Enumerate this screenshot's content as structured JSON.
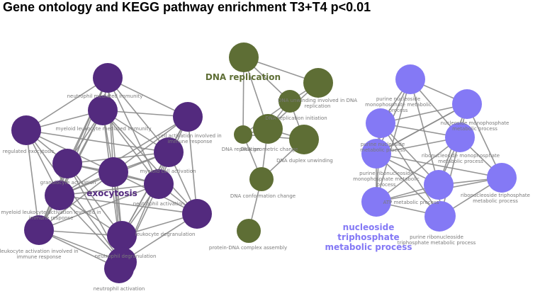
{
  "title": "Gene ontology and KEGG pathway enrichment T3+T4 p<0.01",
  "colors": {
    "exocytosis": "#532a7e",
    "dna_replication": "#5e6e35",
    "nucleoside": "#8479f5",
    "edge": "#8a8a8a",
    "node_label": "#7a7a7a"
  },
  "clusters": [
    {
      "id": "exocytosis",
      "label": [
        "exocytosis"
      ],
      "nodes": [
        {
          "id": "e1",
          "label": [
            "neutrophil mediated immunity"
          ]
        },
        {
          "id": "e2",
          "label": [
            "myeloid leukocyte mediated immunity"
          ]
        },
        {
          "id": "e3",
          "label": [
            "regulated exocytosis"
          ]
        },
        {
          "id": "e4",
          "label": [
            "cell activation involved in",
            "immune response"
          ]
        },
        {
          "id": "e5",
          "label": [
            "granulocyte activation"
          ]
        },
        {
          "id": "e6",
          "label": [
            "exocytosis"
          ]
        },
        {
          "id": "e7",
          "label": [
            "myeloid cell activation"
          ]
        },
        {
          "id": "e8",
          "label": [
            "neutrophil activation"
          ]
        },
        {
          "id": "e9",
          "label": [
            "cell activation involved in",
            "immune response"
          ]
        },
        {
          "id": "e10",
          "label": [
            "myeloid leukocyte activation involved in",
            "immune response"
          ]
        },
        {
          "id": "e11",
          "label": [
            "leukocyte degranulation"
          ]
        },
        {
          "id": "e12",
          "label": [
            "leukocyte activation involved in",
            "immune response"
          ]
        },
        {
          "id": "e13",
          "label": [
            "neutrophil degranulation"
          ]
        },
        {
          "id": "e14",
          "label": [
            "neutrophil activation"
          ]
        }
      ]
    },
    {
      "id": "dna_replication",
      "label": [
        "DNA replication"
      ],
      "nodes": [
        {
          "id": "d1",
          "label": [
            "DNA replication"
          ]
        },
        {
          "id": "d2",
          "label": [
            "DNA unwinding involved in DNA",
            "replication"
          ]
        },
        {
          "id": "d3",
          "label": [
            "DNA replication initiation"
          ]
        },
        {
          "id": "d4",
          "label": [
            "DNA geometric change"
          ]
        },
        {
          "id": "d5",
          "label": [
            "DNA replication"
          ]
        },
        {
          "id": "d6",
          "label": [
            "DNA duplex unwinding"
          ]
        },
        {
          "id": "d7",
          "label": [
            "DNA conformation change"
          ]
        },
        {
          "id": "d8",
          "label": [
            "protein-DNA complex assembly"
          ]
        }
      ]
    },
    {
      "id": "nucleoside",
      "label": [
        "nucleoside",
        "triphosphate",
        "metabolic process"
      ],
      "nodes": [
        {
          "id": "n1",
          "label": [
            "purine nucleoside",
            "monophosphate metabolic",
            "process"
          ]
        },
        {
          "id": "n2",
          "label": [
            "nucleoside monophosphate",
            "metabolic process"
          ]
        },
        {
          "id": "n3",
          "label": [
            "purine nucleoside",
            "metabolic process"
          ]
        },
        {
          "id": "n4",
          "label": [
            "ribonucleoside monophosphate",
            "metabolic process"
          ]
        },
        {
          "id": "n5",
          "label": [
            "purine nucleoside",
            "metabolic process"
          ]
        },
        {
          "id": "n6",
          "label": [
            "purine ribonucleoside",
            "monophosphate metabolic",
            "process"
          ]
        },
        {
          "id": "n7",
          "label": [
            "ATP metabolic process"
          ]
        },
        {
          "id": "n8",
          "label": [
            "ribonucleoside triphosphate",
            "metabolic process"
          ]
        },
        {
          "id": "n9",
          "label": [
            "nucleoside",
            "metabolic process"
          ]
        },
        {
          "id": "n10",
          "label": [
            "purine ribonucleoside",
            "triphosphate metabolic process"
          ]
        }
      ]
    }
  ]
}
